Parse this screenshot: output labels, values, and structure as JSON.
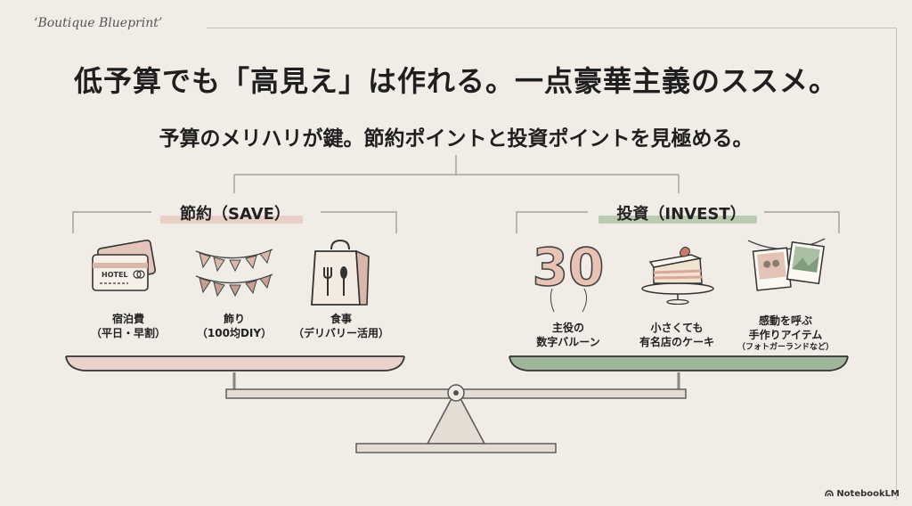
{
  "brand": "‘Boutique Blueprint’",
  "title": "低予算でも「高見え」は作れる。一点豪華主義のススメ。",
  "subtitle": "予算のメリハリが鍵。節約ポイントと投資ポイントを見極める。",
  "save": {
    "heading": "節約（SAVE）",
    "accent": "#e9cfc6",
    "items": [
      {
        "icon": "hotel-card-icon",
        "card_text": "HOTEL",
        "line1": "宿泊費",
        "line2": "（平日・早割）"
      },
      {
        "icon": "bunting-icon",
        "line1": "飾り",
        "line2": "（100均DIY）"
      },
      {
        "icon": "takeout-bag-icon",
        "line1": "食事",
        "line2": "（デリバリー活用）"
      }
    ]
  },
  "invest": {
    "heading": "投資（INVEST）",
    "accent": "#b9ccb2",
    "items": [
      {
        "icon": "number-balloon-icon",
        "balloon_text": "30",
        "line1": "主役の",
        "line2": "数字バルーン"
      },
      {
        "icon": "cake-icon",
        "line1": "小さくても",
        "line2": "有名店のケーキ"
      },
      {
        "icon": "photo-garland-icon",
        "line1": "感動を呼ぶ",
        "line2": "手作りアイテム",
        "line3": "（フォトガーランドなど）"
      }
    ]
  },
  "footer": "NotebookLM",
  "colors": {
    "background": "#f1ede6",
    "save_tray": "#d9b8aa",
    "invest_tray": "#7f9c7d",
    "scale": "#8a8580"
  }
}
